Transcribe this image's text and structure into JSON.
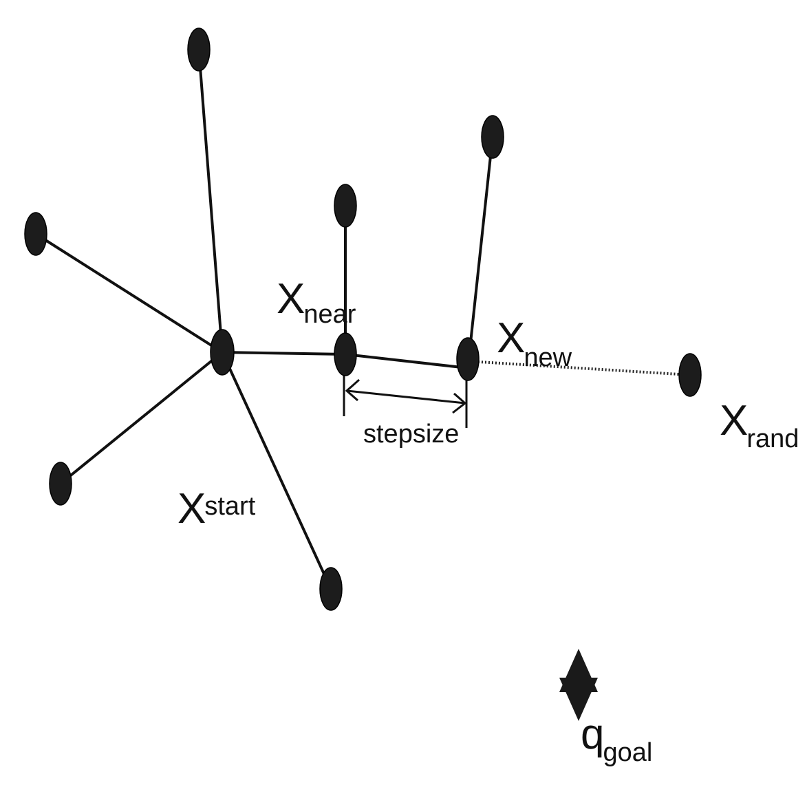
{
  "diagram": {
    "labels": {
      "start": {
        "main": "X",
        "sub": "start"
      },
      "near": {
        "main": "X",
        "sub": "near"
      },
      "new": {
        "main": "X",
        "sub": "new"
      },
      "rand": {
        "main": "X",
        "sub": "rand"
      },
      "goal": {
        "main": "q",
        "sub": "goal"
      },
      "stepsize": "stepsize"
    },
    "colors": {
      "node": "#1c1c1c",
      "edge": "#111111",
      "background": "#ffffff"
    },
    "icons": {
      "goal": "star-of-david-icon"
    }
  }
}
